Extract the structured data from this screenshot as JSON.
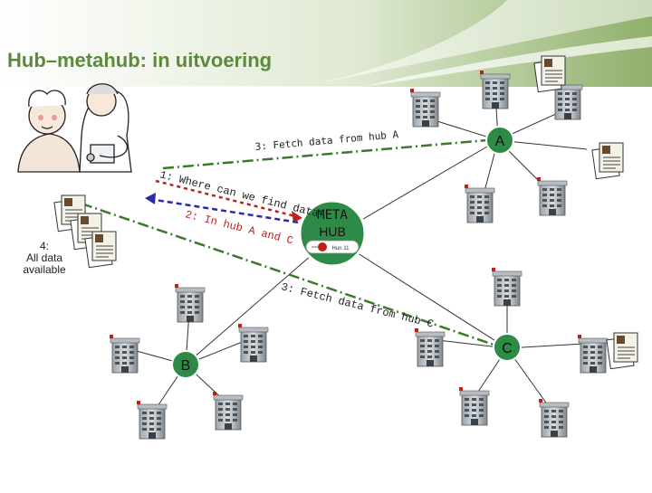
{
  "title": "Hub–metahub: in uitvoering",
  "hubs": {
    "a": "A",
    "b": "B",
    "c": "C"
  },
  "metahub": {
    "line1": "META",
    "line2": "HUB",
    "logo_text": "Hun 11"
  },
  "messages": {
    "step1": "1: Where can we find data?",
    "step2": "2: In hub A and C",
    "step3_a": "3: Fetch data from hub A",
    "step3_c": "3: Fetch data from hub C",
    "step4": "4:\nAll data\navailable"
  },
  "colors": {
    "header_green": "#6b9a4a",
    "hub_fill": "#2e8b47",
    "dash_green": "#3a7a2a",
    "dash_blue": "#2a2aaa",
    "accent_red": "#c0201a"
  }
}
